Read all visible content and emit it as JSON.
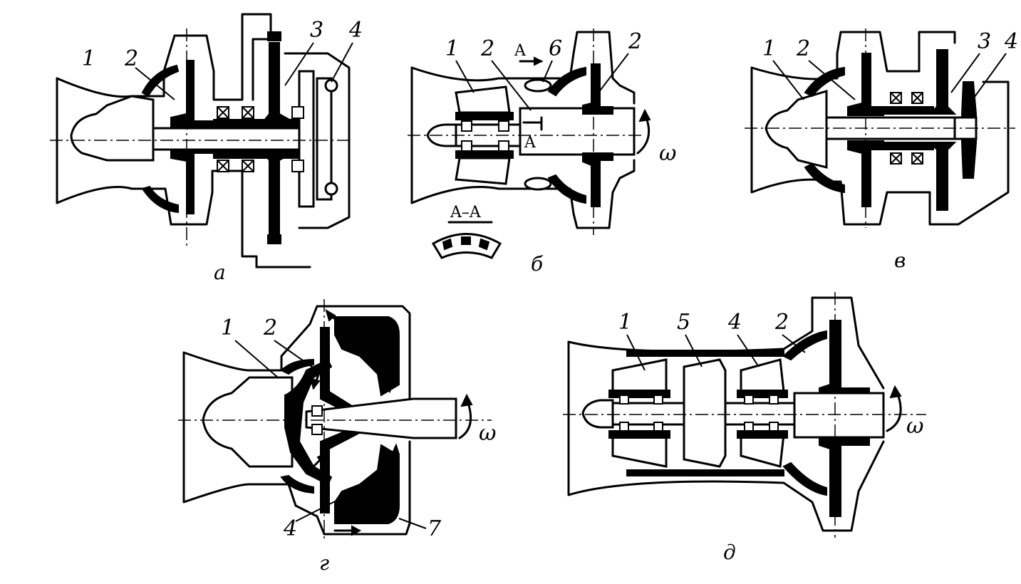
{
  "figure": {
    "panels": [
      {
        "id": "a",
        "caption": "а",
        "labels": [
          "1",
          "2",
          "3",
          "4"
        ]
      },
      {
        "id": "b",
        "caption": "б",
        "labels": [
          "1",
          "2",
          "6",
          "2"
        ],
        "section_marks": [
          "A",
          "A"
        ],
        "section_title": "A–A",
        "omega": "ω"
      },
      {
        "id": "v",
        "caption": "в",
        "labels": [
          "1",
          "2",
          "3",
          "4"
        ]
      },
      {
        "id": "g",
        "caption": "г",
        "labels": [
          "1",
          "2",
          "4",
          "7"
        ],
        "omega": "ω"
      },
      {
        "id": "d",
        "caption": "д",
        "labels": [
          "1",
          "5",
          "4",
          "2"
        ],
        "omega": "ω"
      }
    ]
  },
  "colors": {
    "ink": "#000000",
    "paper": "#ffffff"
  }
}
